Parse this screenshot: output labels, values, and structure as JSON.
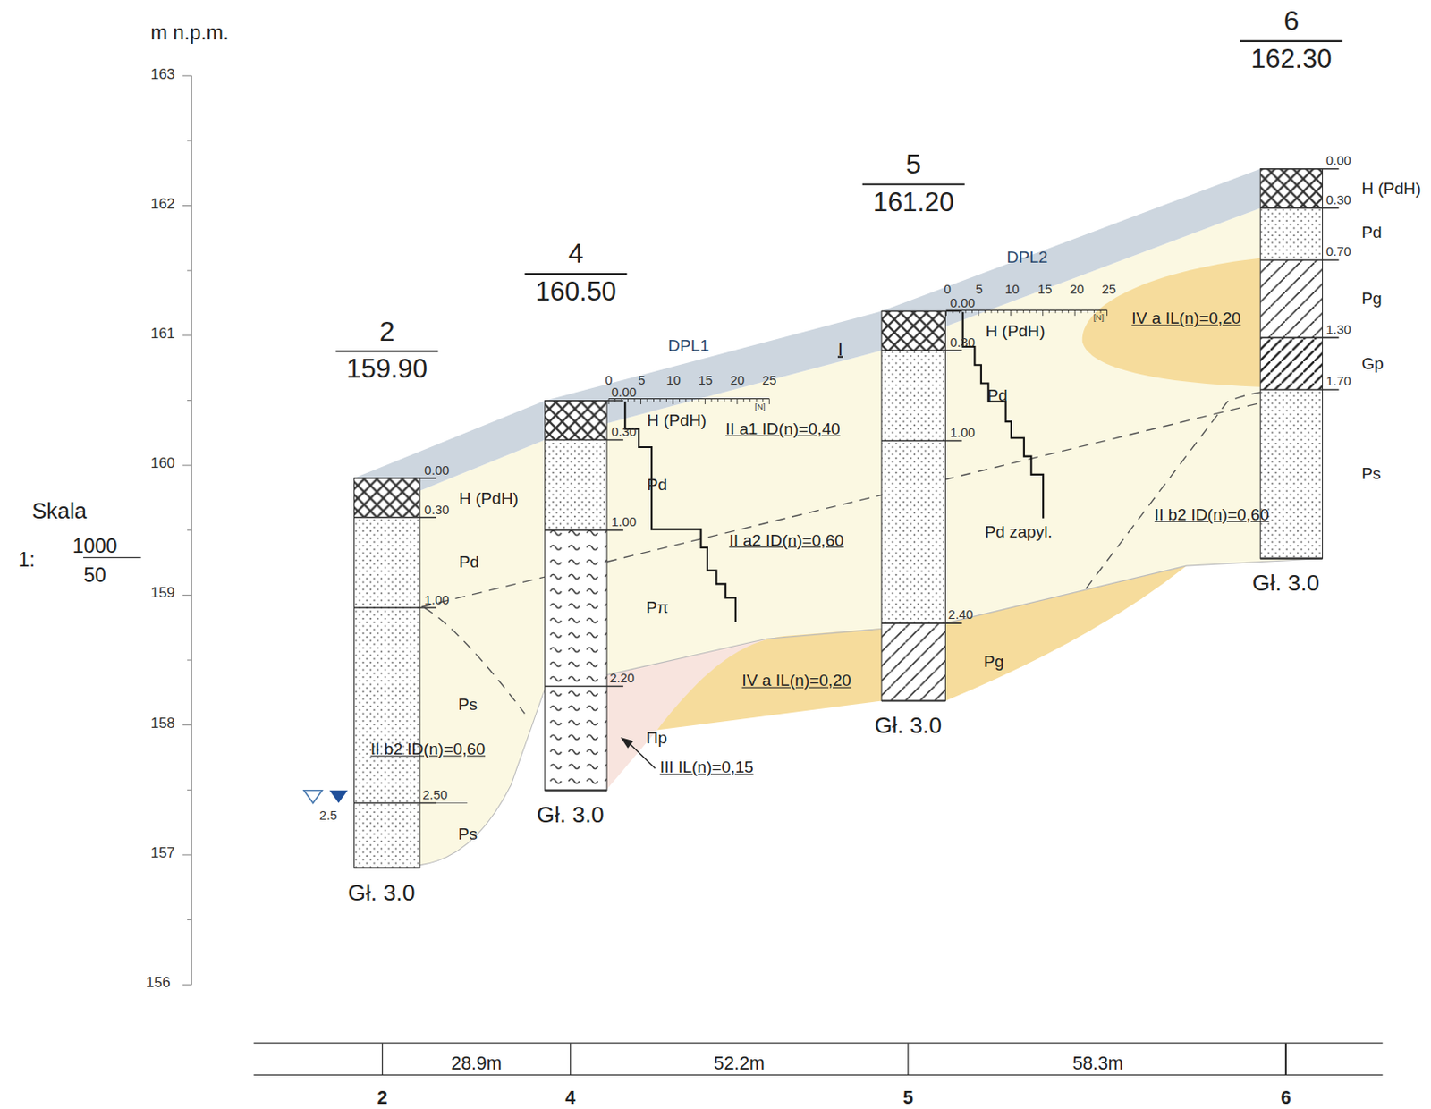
{
  "diagram": {
    "nodes": [
      {
        "text": [
          "2",
          "159.90",
          "Gł. 3.0"
        ]
      },
      {
        "text": [
          "4",
          "160.50",
          "Gł. 3.0"
        ]
      },
      {
        "text": [
          "5",
          "161.20",
          "Gł. 3.0"
        ]
      },
      {
        "text": [
          "6",
          "162.30",
          "Gł. 3.0"
        ]
      }
    ],
    "labels": [
      "m n.p.m.",
      "163",
      "162",
      "161",
      "160",
      "159",
      "158",
      "157",
      "156",
      "Skala",
      "1:",
      "1000",
      "50",
      "0.00",
      "0.30",
      "H (PdH)",
      "Pd",
      "1.00",
      "Ps",
      "II b2  ID(n)=0,60",
      "2.50",
      "2.5",
      "Ps",
      "0.00",
      "0.30",
      "H (PdH)",
      "Pd",
      "1.00",
      "Pπ",
      "2.20",
      "Πp",
      "III  IL(n)=0,15",
      "DPL1",
      "0",
      "5",
      "10",
      "15",
      "20",
      "25",
      "[N]",
      "I",
      "II a1  ID(n)=0,40",
      "II a2  ID(n)=0,60",
      "IV a  IL(n)=0,20",
      "0.00",
      "0.30",
      "H (PdH)",
      "Pd",
      "1.00",
      "Pd zapyl.",
      "2.40",
      "Pg",
      "DPL2",
      "0",
      "5",
      "10",
      "15",
      "20",
      "25",
      "[N]",
      "0.00",
      "0.30",
      "H (PdH)",
      "Pd",
      "0.70",
      "Pg",
      "1.30",
      "Gp",
      "1.70",
      "Ps",
      "IV a  IL(n)=0,20",
      "II b2  ID(n)=0,60",
      "28.9m",
      "52.2m",
      "58.3m",
      "2",
      "4",
      "5",
      "6"
    ]
  }
}
